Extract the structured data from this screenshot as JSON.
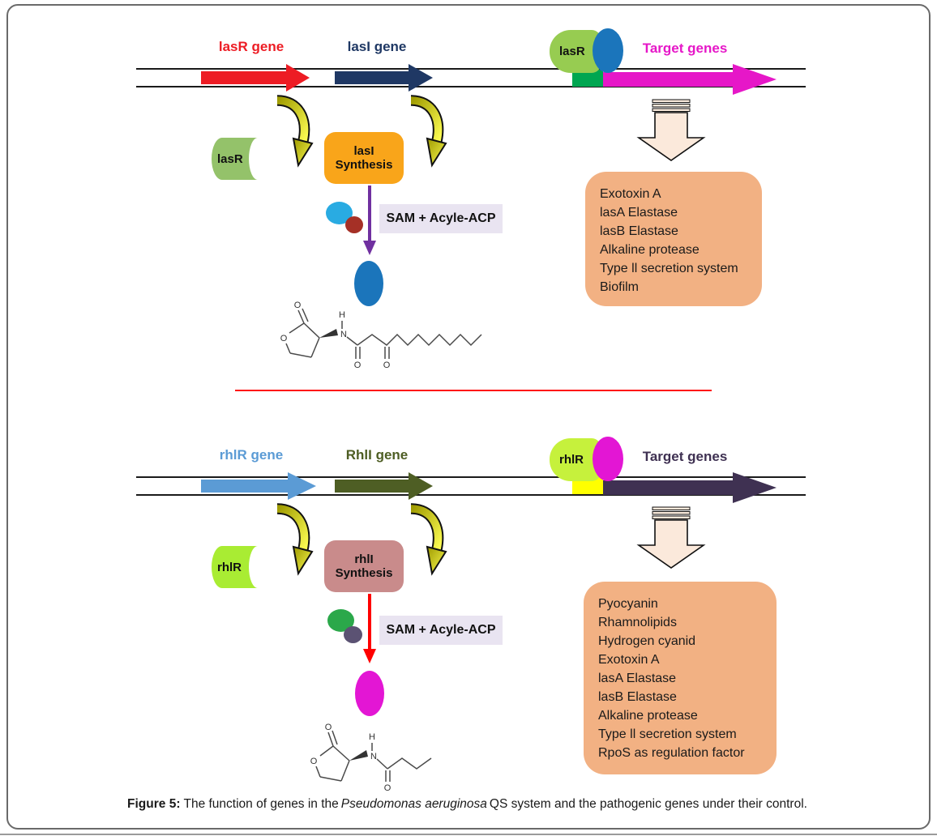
{
  "top": {
    "lasR_gene_label": "lasR gene",
    "lasI_gene_label": "lasI gene",
    "target_genes_label": "Target genes",
    "lasR_cylinder_label": "lasR",
    "lasR_receptor_label": "lasR",
    "synthesis_box": {
      "line1": "lasI",
      "line2": "Synthesis"
    },
    "sam_box_label": "SAM + Acyle-ACP",
    "product_box_items": [
      "Exotoxin A",
      "lasA Elastase",
      "lasB Elastase",
      "Alkaline protease",
      "Type ll secretion system",
      "Biofilm"
    ]
  },
  "bottom": {
    "rhlR_gene_label": "rhlR gene",
    "rhlI_gene_label": "RhlI gene",
    "target_genes_label": "Target genes",
    "rhlR_cylinder_label": "rhlR",
    "rhlR_receptor_label": "rhlR",
    "synthesis_box": {
      "line1": "rhlI",
      "line2": "Synthesis"
    },
    "sam_box_label": "SAM + Acyle-ACP",
    "product_box_items": [
      "Pyocyanin",
      "Rhamnolipids",
      "Hydrogen cyanid",
      "Exotoxin A",
      "lasA Elastase",
      "lasB Elastase",
      "Alkaline protease",
      "Type ll secretion system",
      "RpoS as regulation factor"
    ]
  },
  "molecule_labels": {
    "O": "O",
    "H": "H",
    "N": "N"
  },
  "caption": {
    "prefix": "Figure 5:",
    "body1": "The function of genes in the",
    "italic": "Pseudomonas aeruginosa",
    "body2": "QS system and the pathogenic genes under their control."
  },
  "colors": {
    "lasR_gene_red": "#ED1C24",
    "lasI_gene_navy": "#1F3864",
    "target_magenta": "#E617C8",
    "rhlR_gene_blue": "#5B9BD5",
    "rhlI_gene_olive": "#4E5E24",
    "target_dark_purple": "#3F3152",
    "lasR_receptor_green": "#94C26A",
    "rhlR_receptor_chartreuse": "#A9EC33",
    "lasI_box_orange": "#F9A51A",
    "rhlI_box_rose": "#C98B8B",
    "sam_box_lavender": "#E9E4F1",
    "product_box_apricot": "#F2B183",
    "blue_oval": "#1B75BB",
    "magenta_oval": "#E316D4",
    "light_blue_oval": "#29ABE2",
    "dark_red_oval": "#A53026",
    "green_circle": "#2BA84A",
    "slate_oval": "#5B5273",
    "kelly_green_rect": "#00A651",
    "yellow_rect": "#FFFF00",
    "purple_arrow": "#7030A0",
    "red_arrow": "#FF0000",
    "yellow_curved_arrow": "#E8E337",
    "divider_red": "#FF1010"
  }
}
